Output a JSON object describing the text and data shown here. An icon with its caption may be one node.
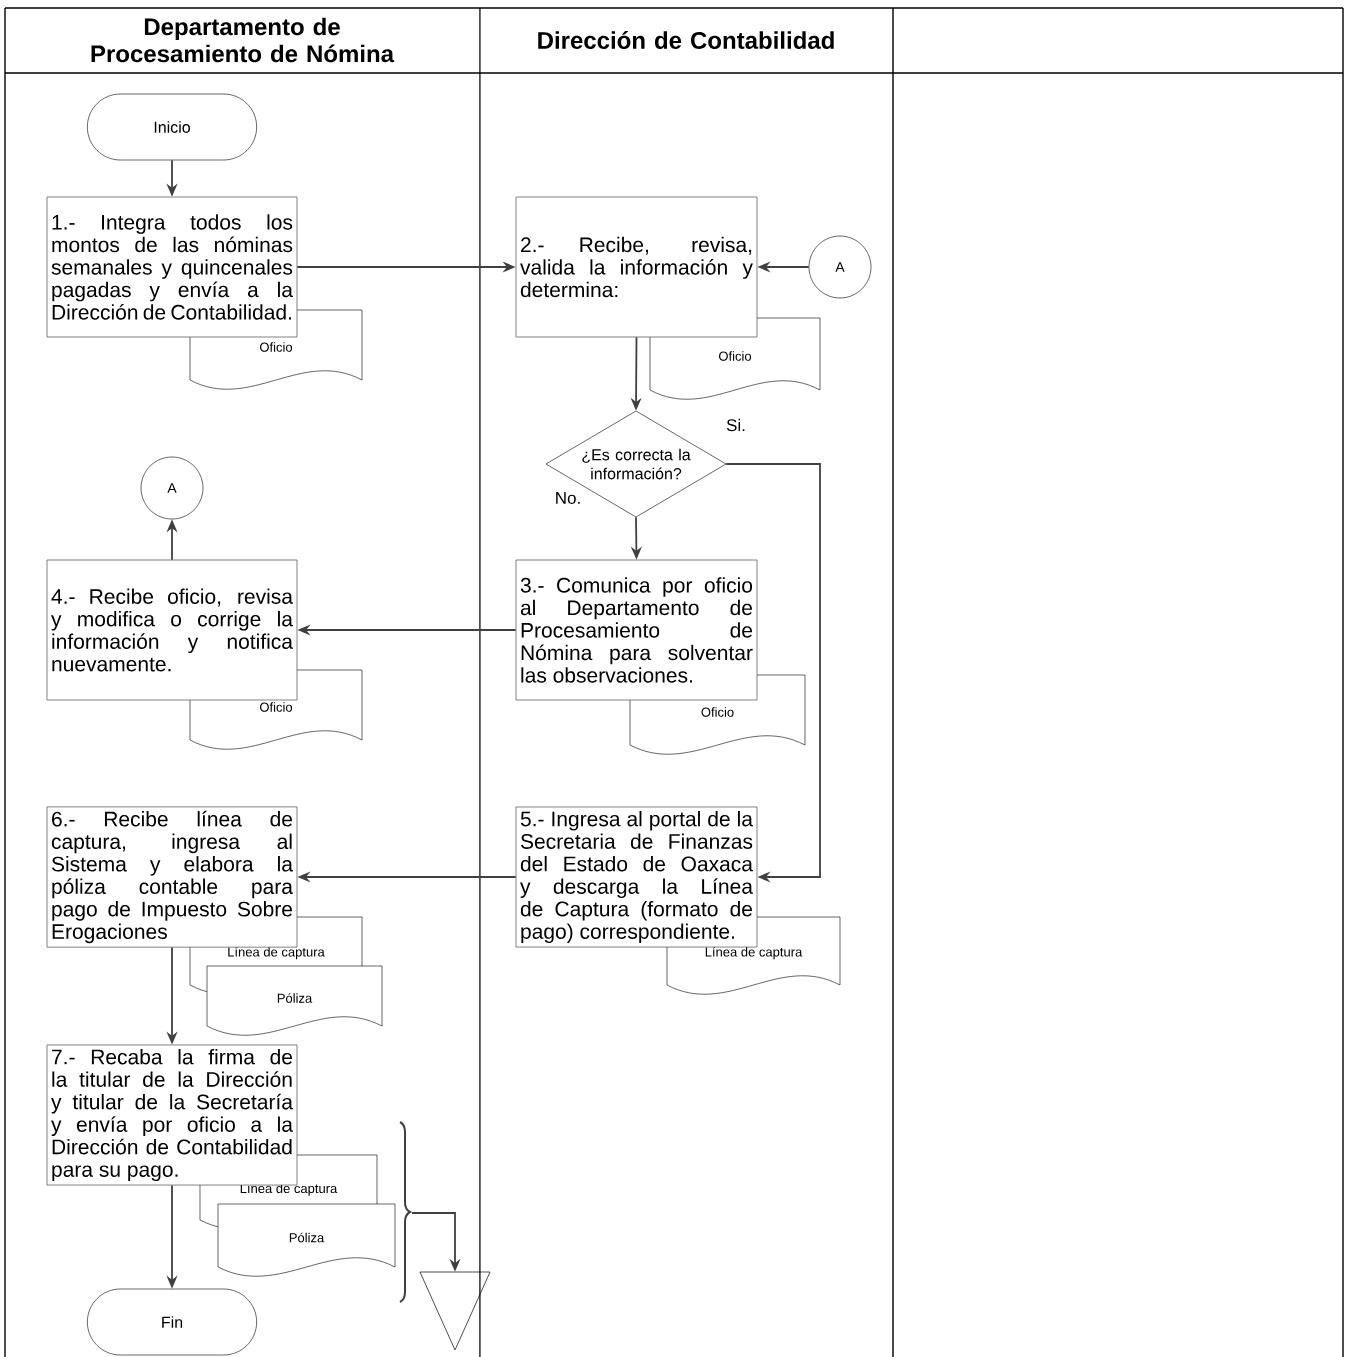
{
  "diagram": {
    "nodes": [
      {
        "text": [
          "Inicio"
        ]
      },
      {
        "text": [
          "1.- Integra todos los montos de las nóminas semanales y quincenales pagadas y envía a la Dirección de Contabilidad."
        ]
      },
      {
        "text": [
          "Oficio"
        ]
      },
      {
        "text": [
          "2.- Recibe, revisa, valida la información y determina:"
        ]
      },
      {
        "text": [
          "A"
        ]
      },
      {
        "text": [
          "Oficio"
        ]
      },
      {
        "text": [
          "¿Es correcta la información?"
        ]
      },
      {
        "text": [
          "3.- Comunica por oficio al Departamento de Procesamiento de Nómina para solventar las observaciones."
        ]
      },
      {
        "text": [
          "Oficio"
        ]
      },
      {
        "text": [
          "4.- Recibe oficio, revisa y modifica o corrige la información y notifica nuevamente."
        ]
      },
      {
        "text": [
          "Oficio"
        ]
      },
      {
        "text": [
          "A"
        ]
      },
      {
        "text": [
          "5.- Ingresa al portal de la Secretaria de Finanzas del Estado de Oaxaca y descarga la Línea de Captura (formato de pago) correspondiente."
        ]
      },
      {
        "text": [
          "Línea de captura"
        ]
      },
      {
        "text": [
          "6.- Recibe línea de captura, ingresa al Sistema y elabora la póliza contable para pago de Impuesto Sobre Erogaciones"
        ]
      },
      {
        "text": [
          "Línea de captura"
        ]
      },
      {
        "text": [
          "Póliza"
        ]
      },
      {
        "text": [
          "7.- Recaba la firma de la titular de la Dirección y titular de la Secretaría y envía por oficio a la Dirección de Contabilidad para su pago."
        ]
      },
      {
        "text": [
          "Línea de captura"
        ]
      },
      {
        "text": [
          "Póliza"
        ]
      },
      {
        "text": [
          "Fin"
        ]
      },
      {
        "text": [],
        "shape": "triangle"
      }
    ],
    "edges": [
      {
        "from": 0,
        "to": 1,
        "arrow": "to"
      },
      {
        "from": 1,
        "to": 3,
        "arrow": "to"
      },
      {
        "from": 4,
        "to": 3,
        "arrow": "to"
      },
      {
        "from": 3,
        "to": 6,
        "arrow": "to"
      },
      {
        "from": 6,
        "to": 7,
        "arrow": "to",
        "label": "No."
      },
      {
        "from": 6,
        "to": 12,
        "arrow": "to",
        "label": "Si."
      },
      {
        "from": 7,
        "to": 9,
        "arrow": "to"
      },
      {
        "from": 9,
        "to": 11,
        "arrow": "to"
      },
      {
        "from": 12,
        "to": 14,
        "arrow": "to"
      },
      {
        "from": 14,
        "to": 17,
        "arrow": "to"
      },
      {
        "from": 17,
        "to": 20,
        "arrow": "to"
      },
      {
        "from": null,
        "to": 21,
        "arrow": "to"
      }
    ],
    "labels": [
      "Departamento de Procesamiento de Nómina",
      "Dirección de Contabilidad"
    ]
  }
}
